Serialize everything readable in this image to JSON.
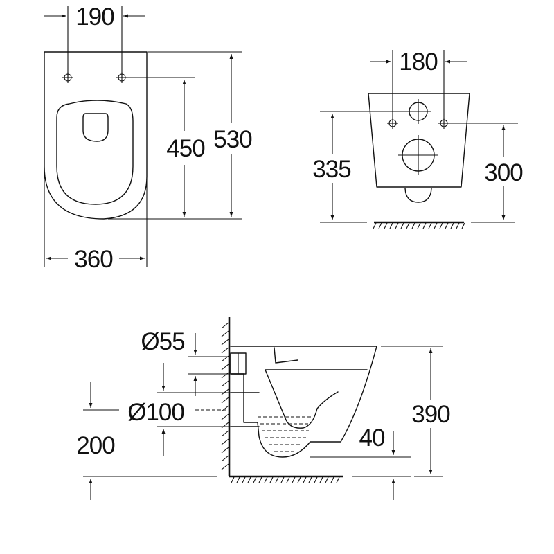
{
  "diagram": {
    "top_view": {
      "bolt_spacing": "190",
      "fixing_depth": "450",
      "length": "530",
      "width": "360"
    },
    "front_view": {
      "bolt_spacing": "180",
      "left_height": "335",
      "right_height": "300"
    },
    "side_view": {
      "inlet_diameter": "Ø55",
      "outlet_diameter": "Ø100",
      "outlet_height": "200",
      "bowl_height": "390",
      "water_depth": "40"
    }
  }
}
